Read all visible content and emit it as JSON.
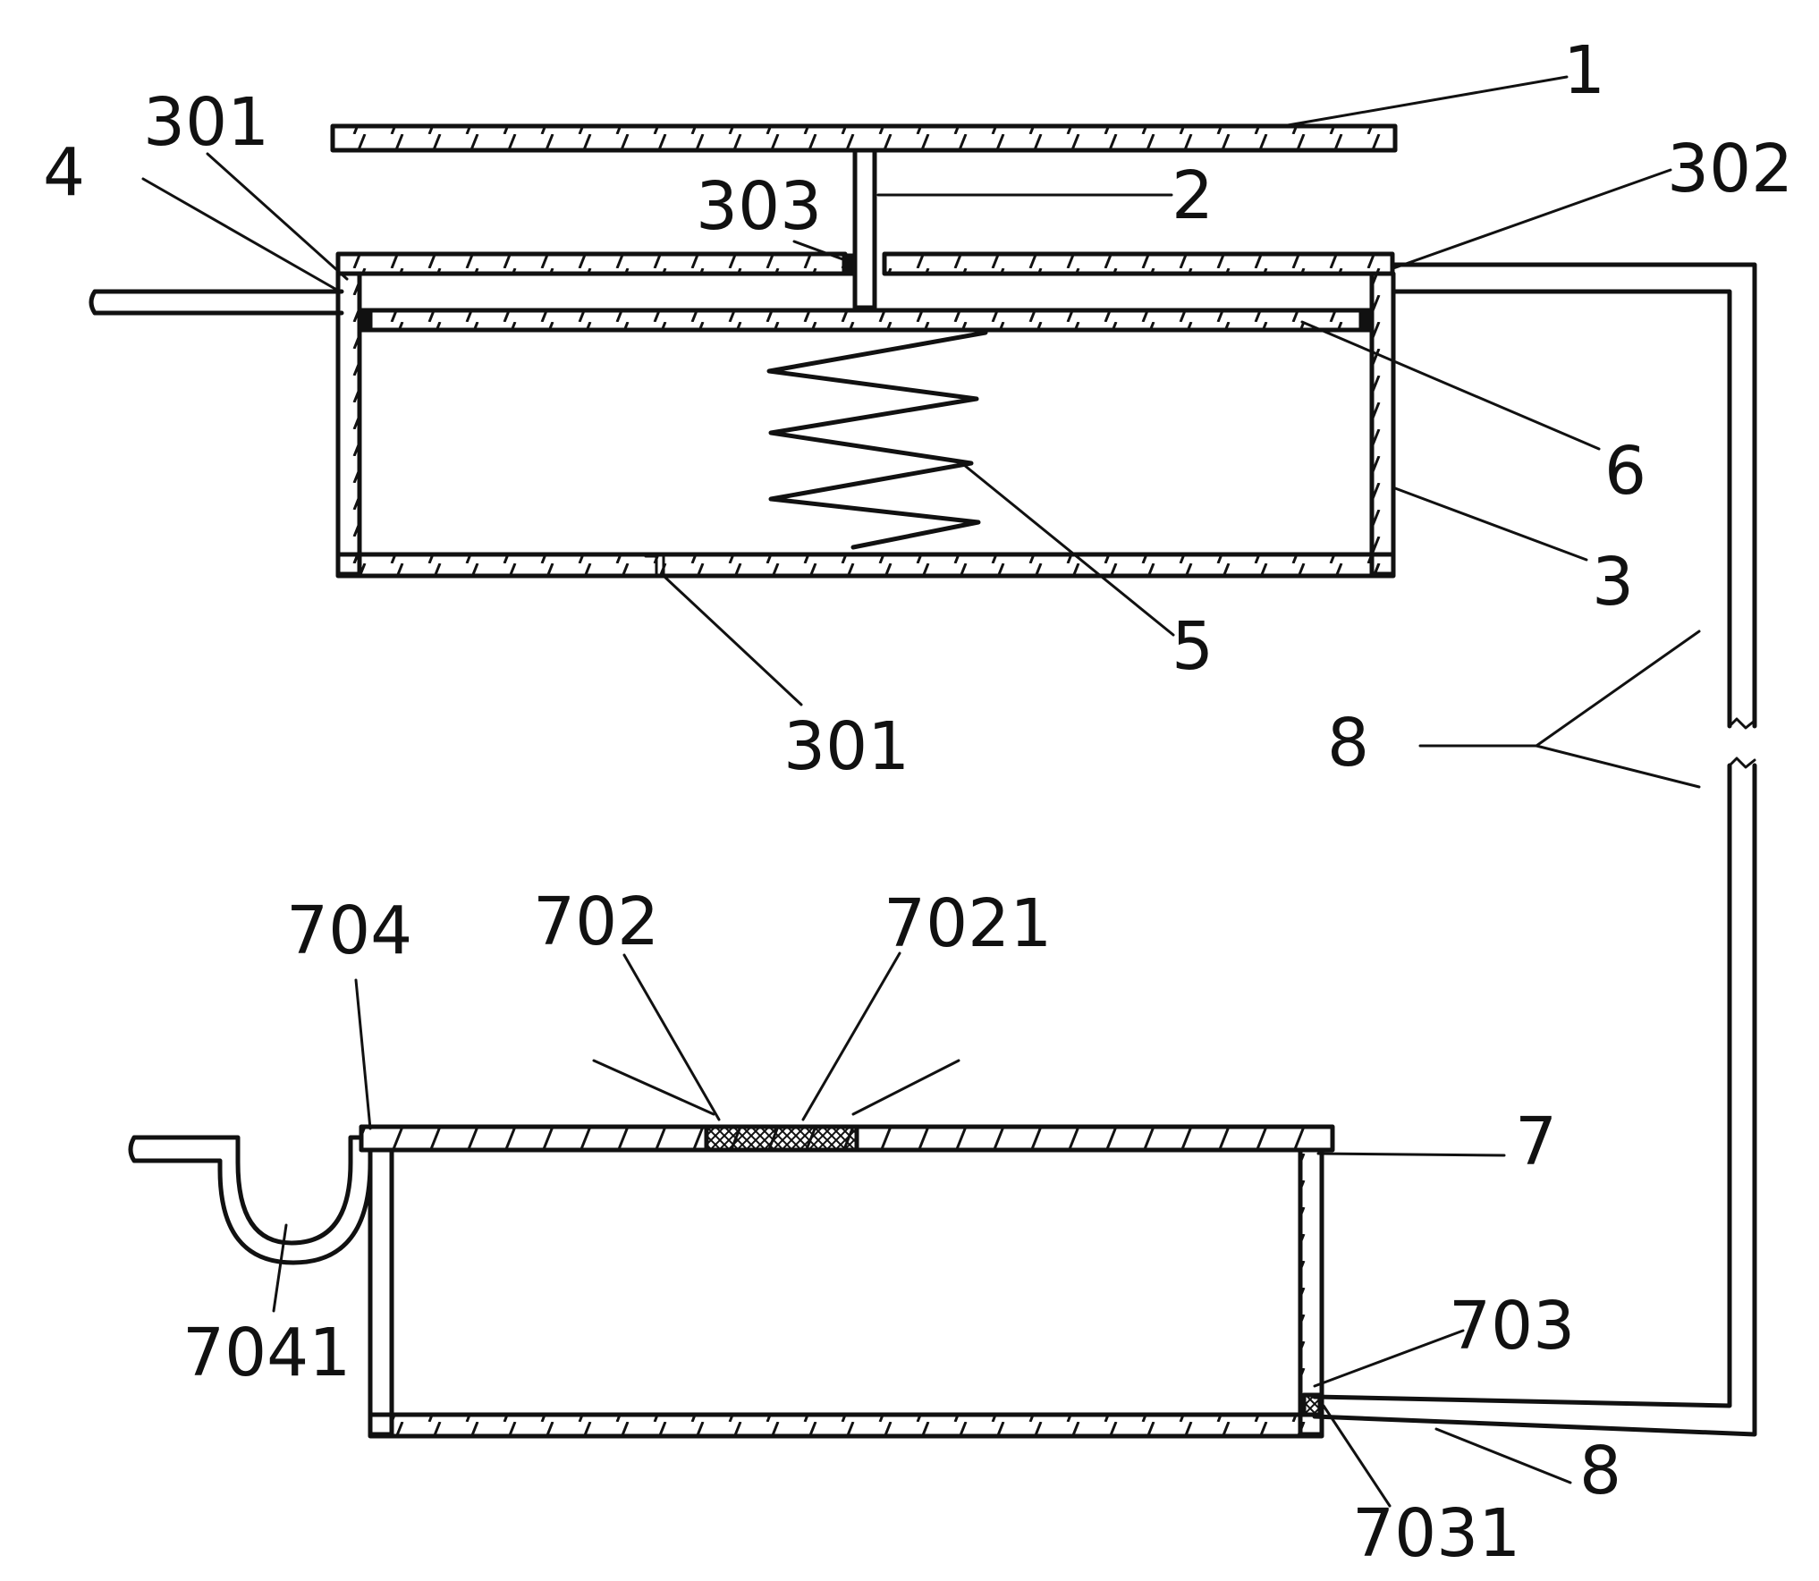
{
  "labels": {
    "l1": "1",
    "l2": "2",
    "l3": "3",
    "l4": "4",
    "l5": "5",
    "l6": "6",
    "l7": "7",
    "l8a": "8",
    "l8b": "8",
    "l301a": "301",
    "l301b": "301",
    "l302": "302",
    "l303": "303",
    "l702": "702",
    "l7021": "7021",
    "l703": "703",
    "l7031": "7031",
    "l704": "704",
    "l7041": "7041"
  },
  "colors": {
    "ink": "#111111",
    "paper": "#ffffff"
  }
}
